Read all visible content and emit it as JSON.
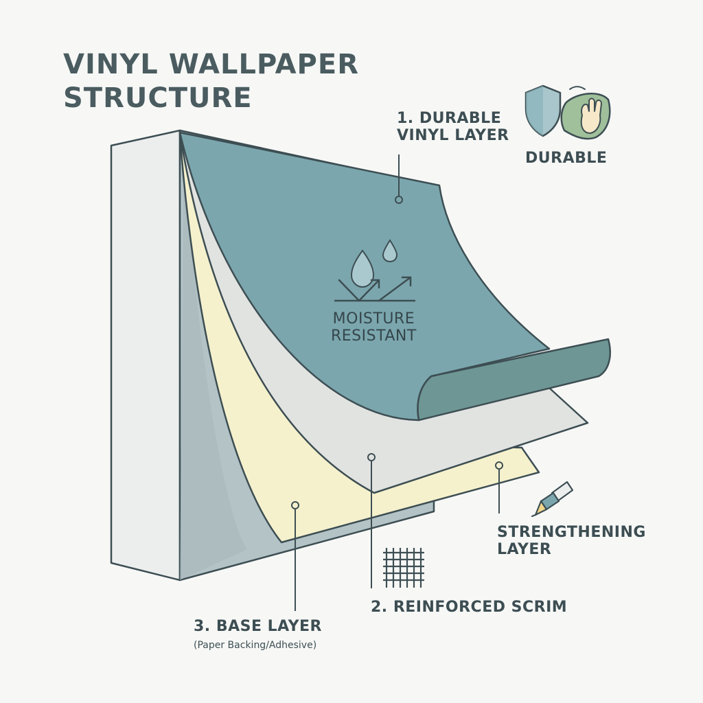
{
  "title": {
    "line1": "VINYL WALLPAPER",
    "line2": "STRUCTURE"
  },
  "labels": {
    "vinyl_line1": "1. DURABLE",
    "vinyl_line2": "VINYL LAYER",
    "durable": "DURABLE",
    "moisture_line1": "MOISTURE",
    "moisture_line2": "RESISTANT",
    "strengthening_line1": "STRENGTHENING",
    "strengthening_line2": "LAYER",
    "scrim": "2. REINFORCED SCRIM",
    "base": "3. BASE LAYER",
    "base_sub": "(Paper Backing/Adhesive)"
  },
  "icons": [
    "shield-icon",
    "cloth-hand-icon",
    "water-drops-icon",
    "repel-arrows-icon",
    "mesh-icon",
    "glue-tube-icon"
  ],
  "colors": {
    "vinyl": "#7ba6ad",
    "vinyl_dark": "#6e9694",
    "scrim": "#e1e3e1",
    "base": "#f5f1cd",
    "wall_front": "#b3c3c6",
    "wall_side": "#eceeee",
    "outline": "#3d4e53",
    "text": "#3d4e53"
  }
}
